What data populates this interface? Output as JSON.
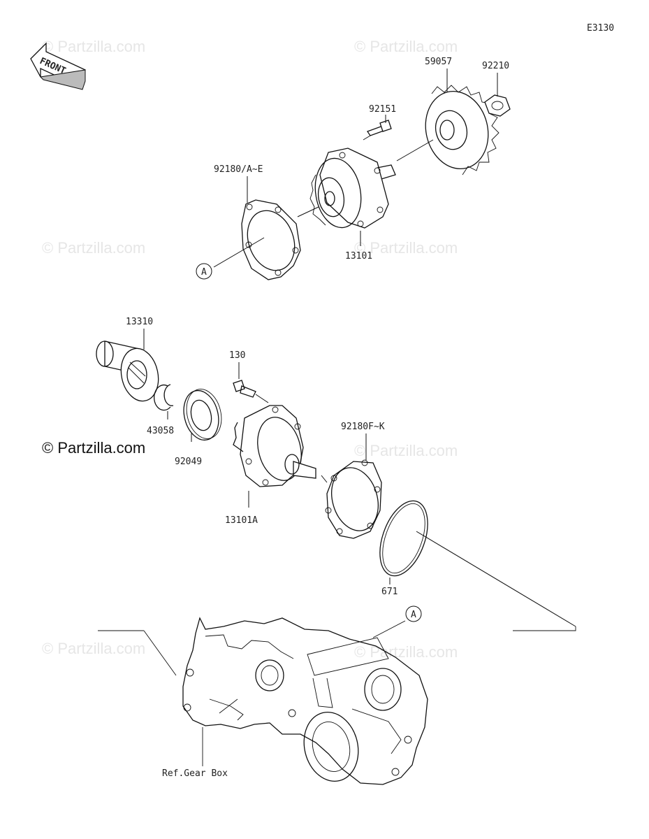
{
  "diagram_code": "E3130",
  "front_label": "FRONT",
  "watermark": "© Partzilla.com",
  "watermark_main": "© Partzilla.com",
  "callouts": {
    "a_top": "A",
    "a_bottom": "A"
  },
  "parts": [
    {
      "id": "p59057",
      "label": "59057"
    },
    {
      "id": "p92210",
      "label": "92210"
    },
    {
      "id": "p92151",
      "label": "92151"
    },
    {
      "id": "p92180ae",
      "label": "92180/A~E"
    },
    {
      "id": "p13101",
      "label": "13101"
    },
    {
      "id": "p13310",
      "label": "13310"
    },
    {
      "id": "p130",
      "label": "130"
    },
    {
      "id": "p43058",
      "label": "43058"
    },
    {
      "id": "p92049",
      "label": "92049"
    },
    {
      "id": "p92180fk",
      "label": "92180F~K"
    },
    {
      "id": "p13101a",
      "label": "13101A"
    },
    {
      "id": "p671",
      "label": "671"
    },
    {
      "id": "pgearbox",
      "label": "Ref.Gear Box"
    }
  ]
}
